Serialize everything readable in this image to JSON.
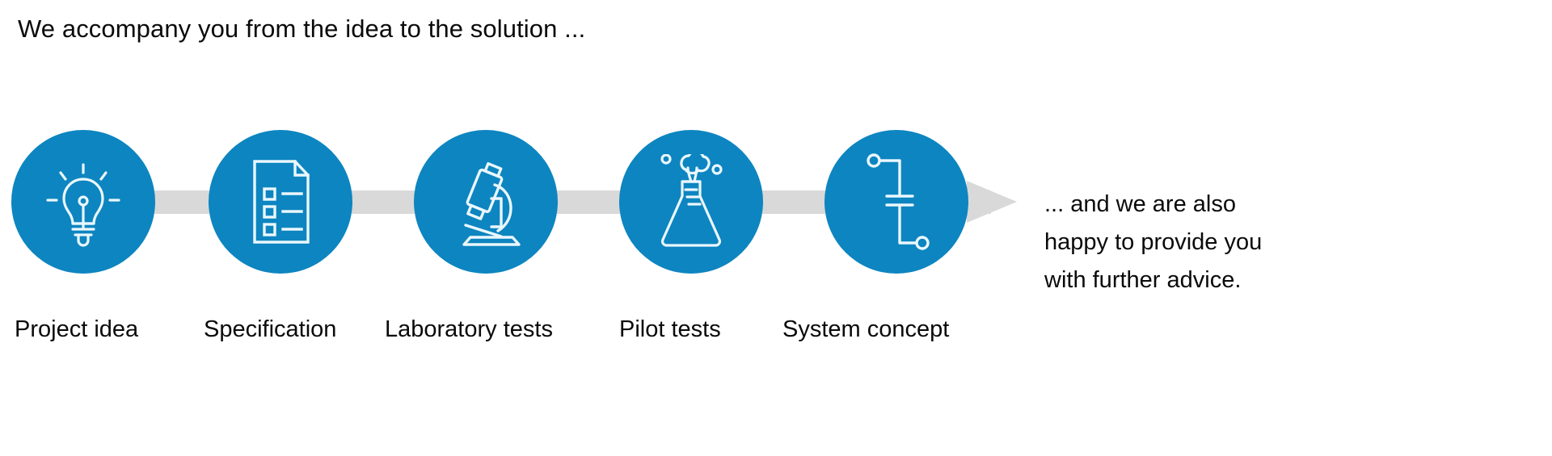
{
  "headline": "We accompany you from the idea to the solution ...",
  "closing_note": "... and we are also happy to provide you with further advice.",
  "colors": {
    "circle_fill": "#0d85c0",
    "icon_stroke": "#eaf7fd",
    "track_grey": "#d9d9d9",
    "text": "#0a0a0a",
    "background": "#ffffff"
  },
  "flow": {
    "direction": "left-to-right",
    "connector": "grey-bar-with-arrowhead",
    "steps": [
      {
        "index": 1,
        "label": "Project idea",
        "icon": "lightbulb-icon"
      },
      {
        "index": 2,
        "label": "Specification",
        "icon": "document-checklist-icon"
      },
      {
        "index": 3,
        "label": "Laboratory tests",
        "icon": "microscope-icon"
      },
      {
        "index": 4,
        "label": "Pilot tests",
        "icon": "erlenmeyer-flask-icon"
      },
      {
        "index": 5,
        "label": "System concept",
        "icon": "circuit-capacitor-icon"
      }
    ]
  }
}
